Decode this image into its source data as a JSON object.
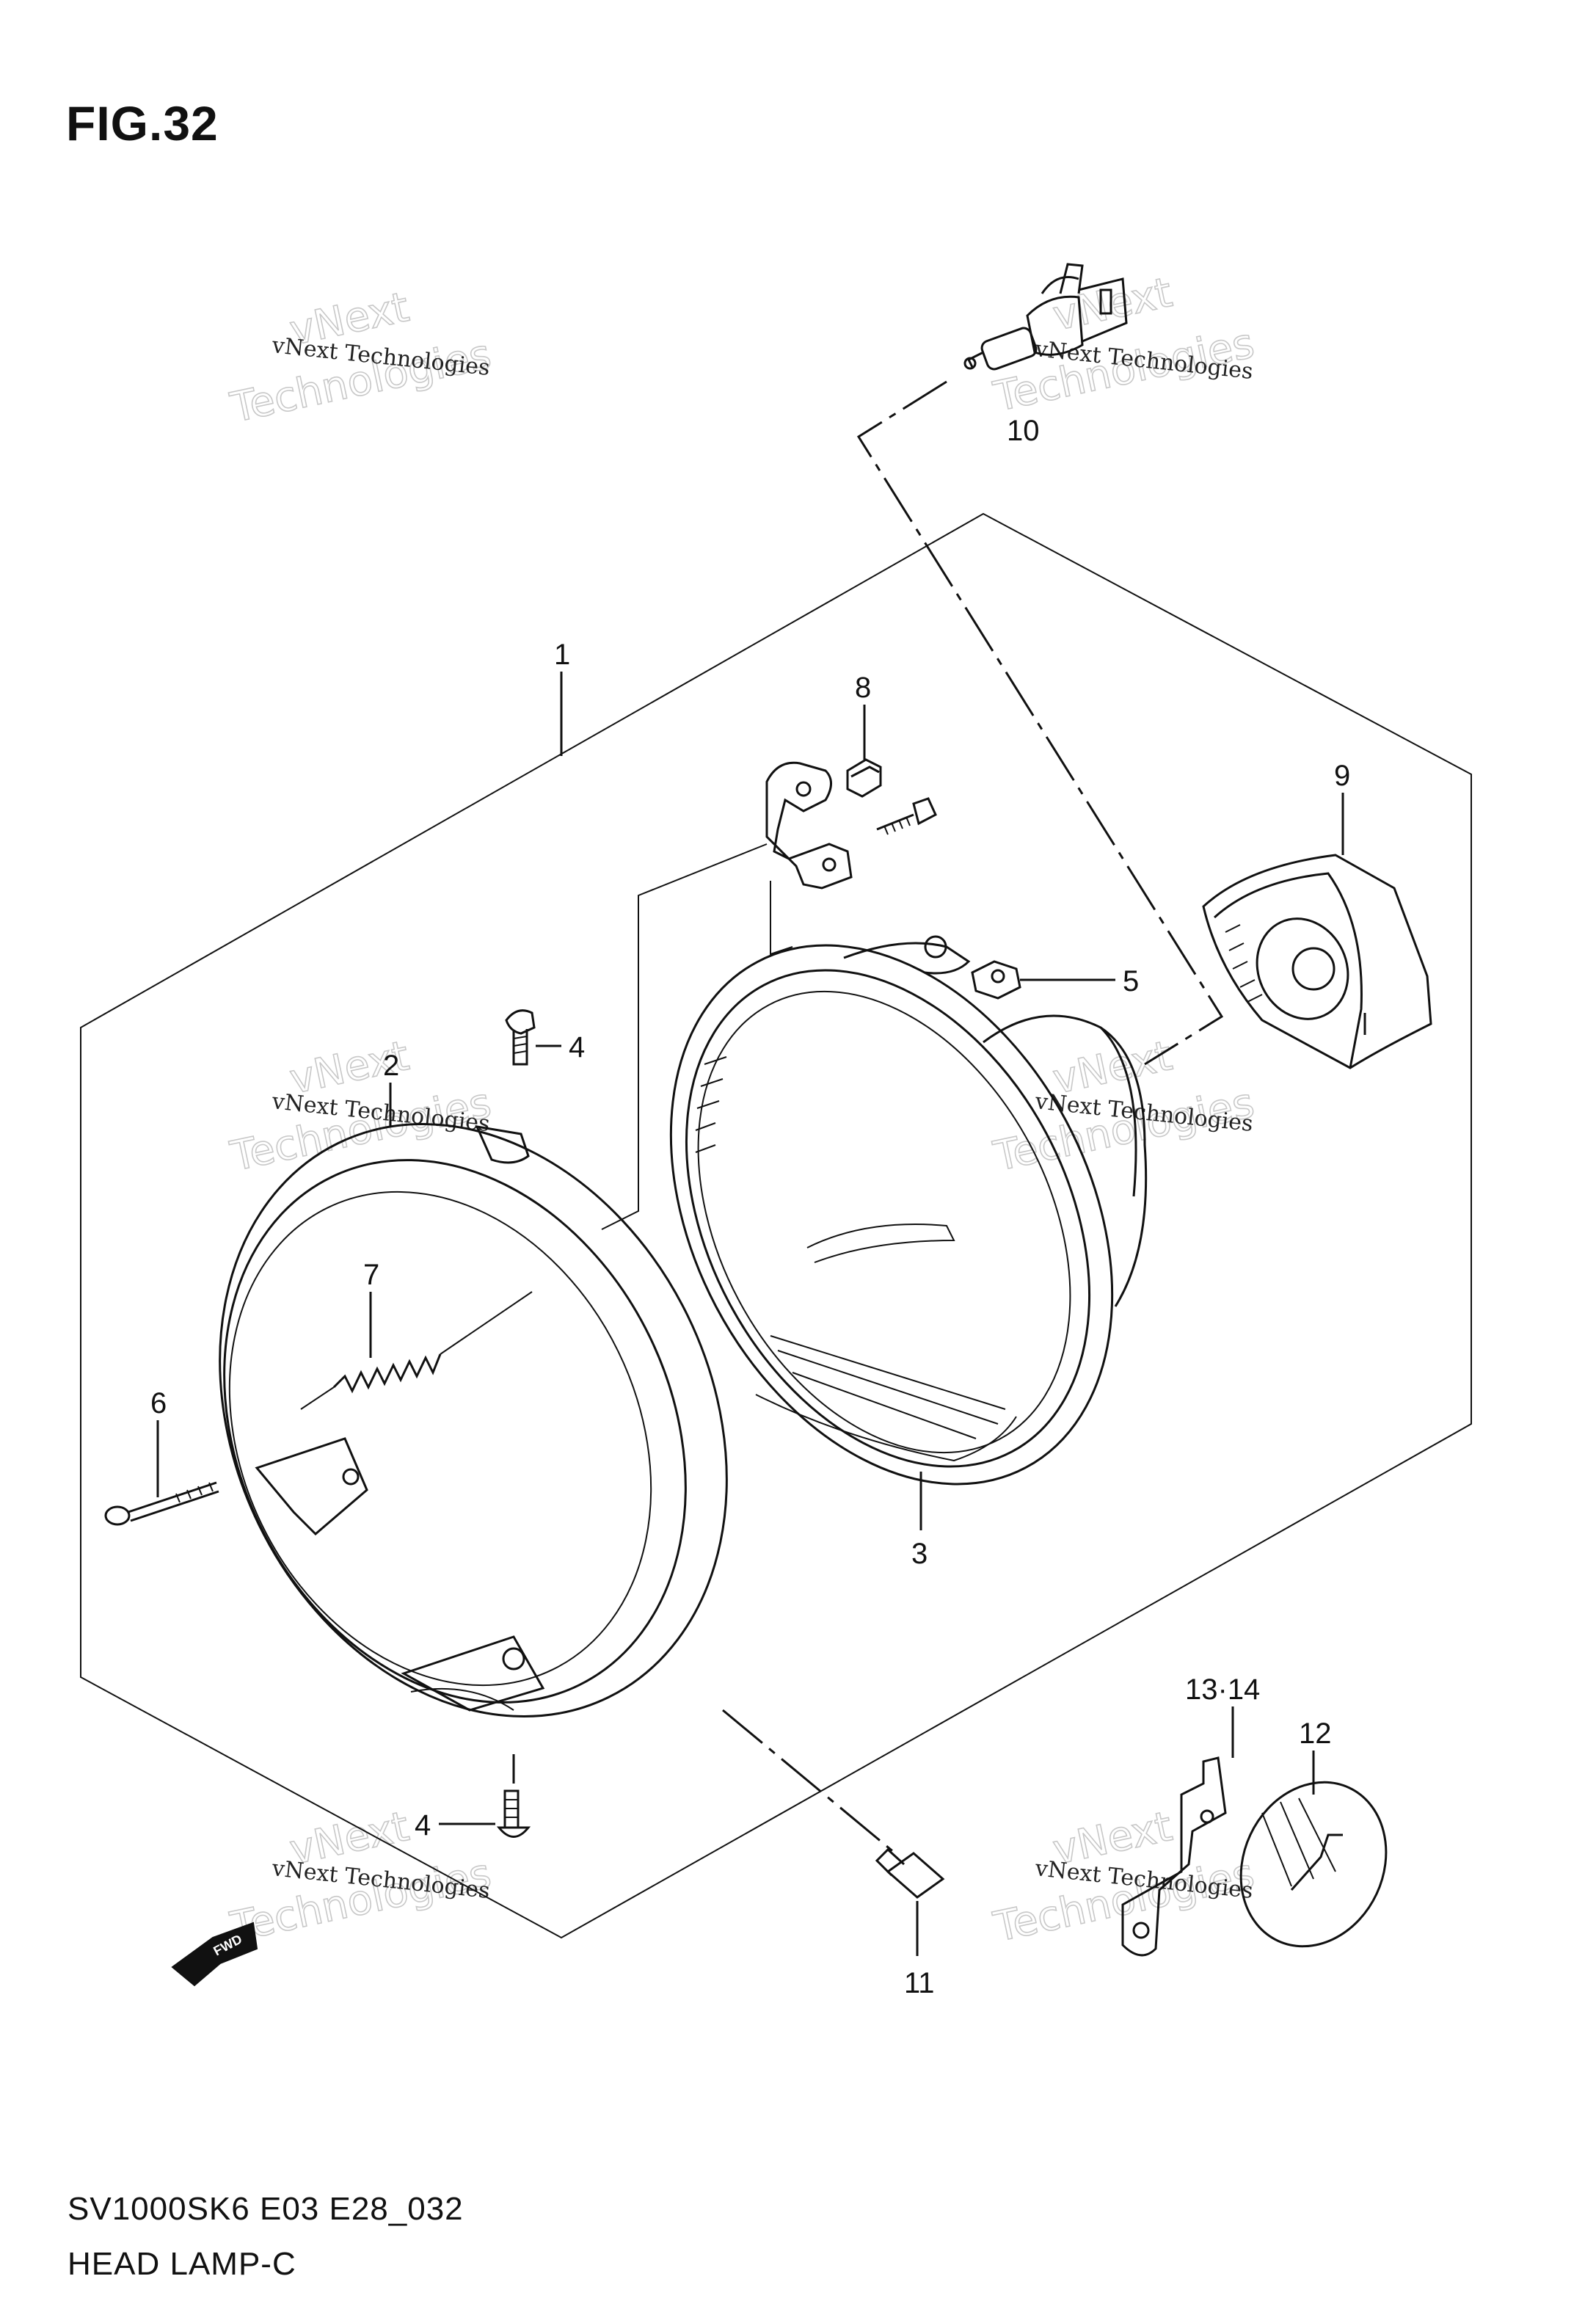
{
  "figure": {
    "title": "FIG.32",
    "code": "SV1000SK6 E03 E28_032",
    "name": "HEAD LAMP-C"
  },
  "callouts": {
    "c1": "1",
    "c2": "2",
    "c3": "3",
    "c4a": "4",
    "c4b": "4",
    "c5": "5",
    "c6": "6",
    "c7": "7",
    "c8": "8",
    "c9": "9",
    "c10": "10",
    "c11": "11",
    "c12": "12",
    "c13": "13·14"
  },
  "direction_arrow": "FWD",
  "watermark": {
    "small": "vNext Technologies",
    "big_top": "vNext",
    "big_bottom": "Technologies"
  },
  "colors": {
    "line": "#111111",
    "watermark_outline": "#c8c8c8"
  }
}
